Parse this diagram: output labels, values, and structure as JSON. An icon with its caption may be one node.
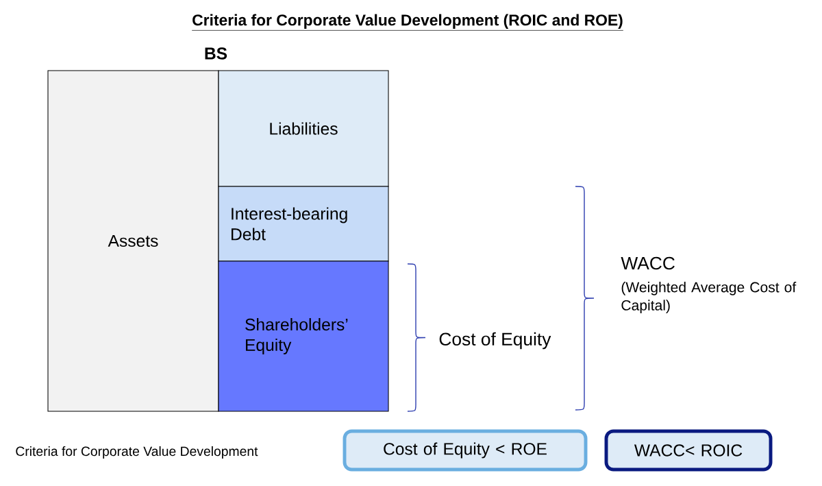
{
  "diagram": {
    "title": "Criteria for Corporate Value Development (ROIC and ROE)",
    "nodes": [
      {
        "text": [
          "Assets"
        ]
      },
      {
        "text": [
          "Liabilities"
        ]
      },
      {
        "text": [
          "Interest-bearing Debt"
        ]
      },
      {
        "text": [
          "Shareholders’ Equity"
        ]
      },
      {
        "text": [
          "Cost of Equity < ROE"
        ]
      },
      {
        "text": [
          "WACC< ROIC"
        ]
      }
    ],
    "labels": [
      "BS",
      "Cost of Equity",
      "WACC",
      "(Weighted Average Cost of Capital)",
      "Criteria for Corporate Value Development"
    ]
  }
}
